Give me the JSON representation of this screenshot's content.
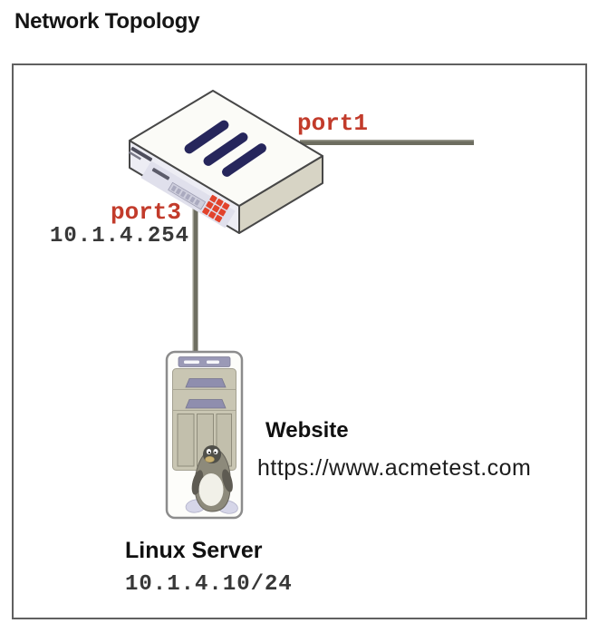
{
  "page": {
    "title": "Network Topology"
  },
  "topology": {
    "firewall": {
      "port1_label": "port1",
      "port3_label": "port3",
      "port3_ip": "10.1.4.254"
    },
    "server": {
      "website_label": "Website",
      "website_url": "https://www.acmetest.com",
      "name": "Linux Server",
      "ip": "10.1.4.10/24"
    },
    "colors": {
      "port_label": "#c23b2b",
      "link_line": "#6d6d60",
      "diagram_border": "#606060",
      "fortinet_red": "#e2432c",
      "logo_slash_navy": "#26265c"
    }
  }
}
